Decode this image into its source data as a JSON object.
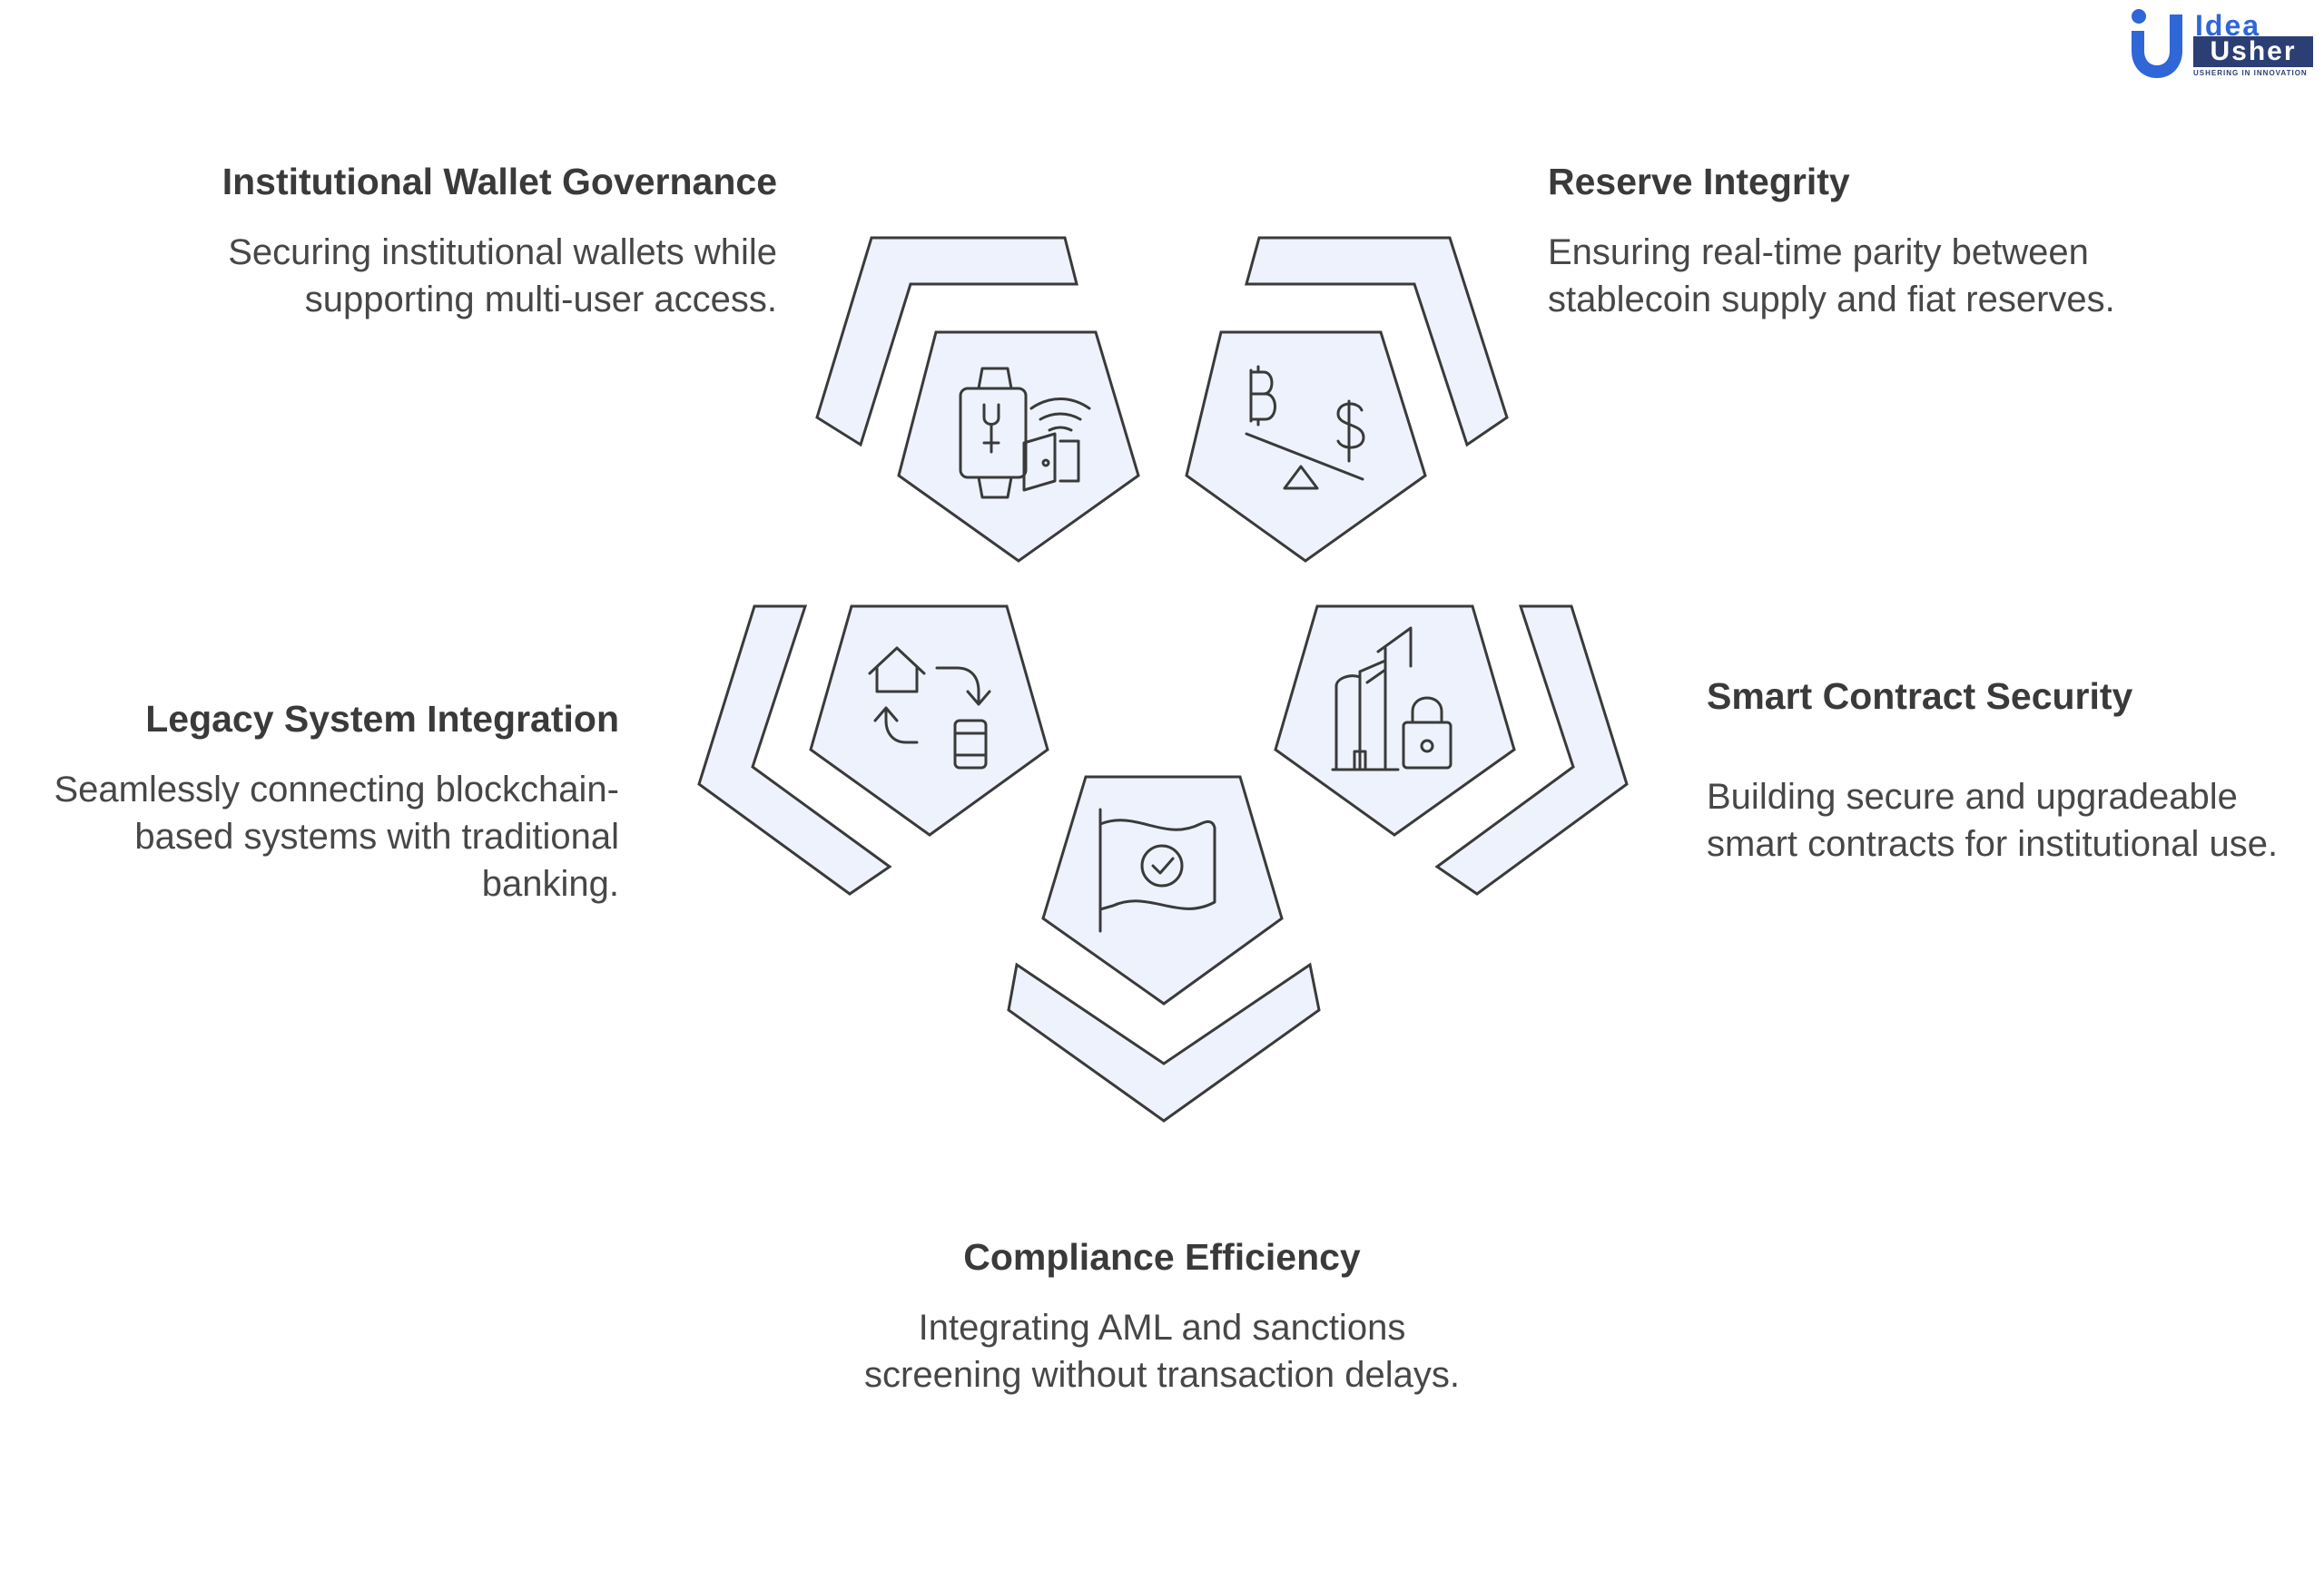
{
  "logo": {
    "line1": "Idea",
    "line2": "Usher",
    "tagline": "USHERING IN INNOVATION",
    "colors": {
      "primary": "#2f66d8",
      "dark": "#2b3f74"
    }
  },
  "diagram": {
    "style": {
      "fill": "#edf2fc",
      "stroke": "#3a3a3a"
    },
    "items": [
      {
        "id": "wallet",
        "title": "Institutional Wallet Governance",
        "description": "Securing institutional wallets while supporting multi-user access.",
        "icon": "smartwatch-wallet-icon"
      },
      {
        "id": "reserve",
        "title": "Reserve Integrity",
        "description": "Ensuring real-time parity between stablecoin supply and fiat reserves.",
        "icon": "balance-scale-icon"
      },
      {
        "id": "legacy",
        "title": "Legacy System Integration",
        "description": "Seamlessly connecting blockchain-based systems with traditional banking.",
        "icon": "sync-home-device-icon"
      },
      {
        "id": "smart",
        "title": "Smart Contract Security",
        "description": "Building secure and upgradeable smart contracts for institutional use.",
        "icon": "buildings-lock-icon"
      },
      {
        "id": "compliance",
        "title": "Compliance Efficiency",
        "description": "Integrating AML and sanctions screening without transaction delays.",
        "icon": "flag-check-icon"
      }
    ]
  }
}
